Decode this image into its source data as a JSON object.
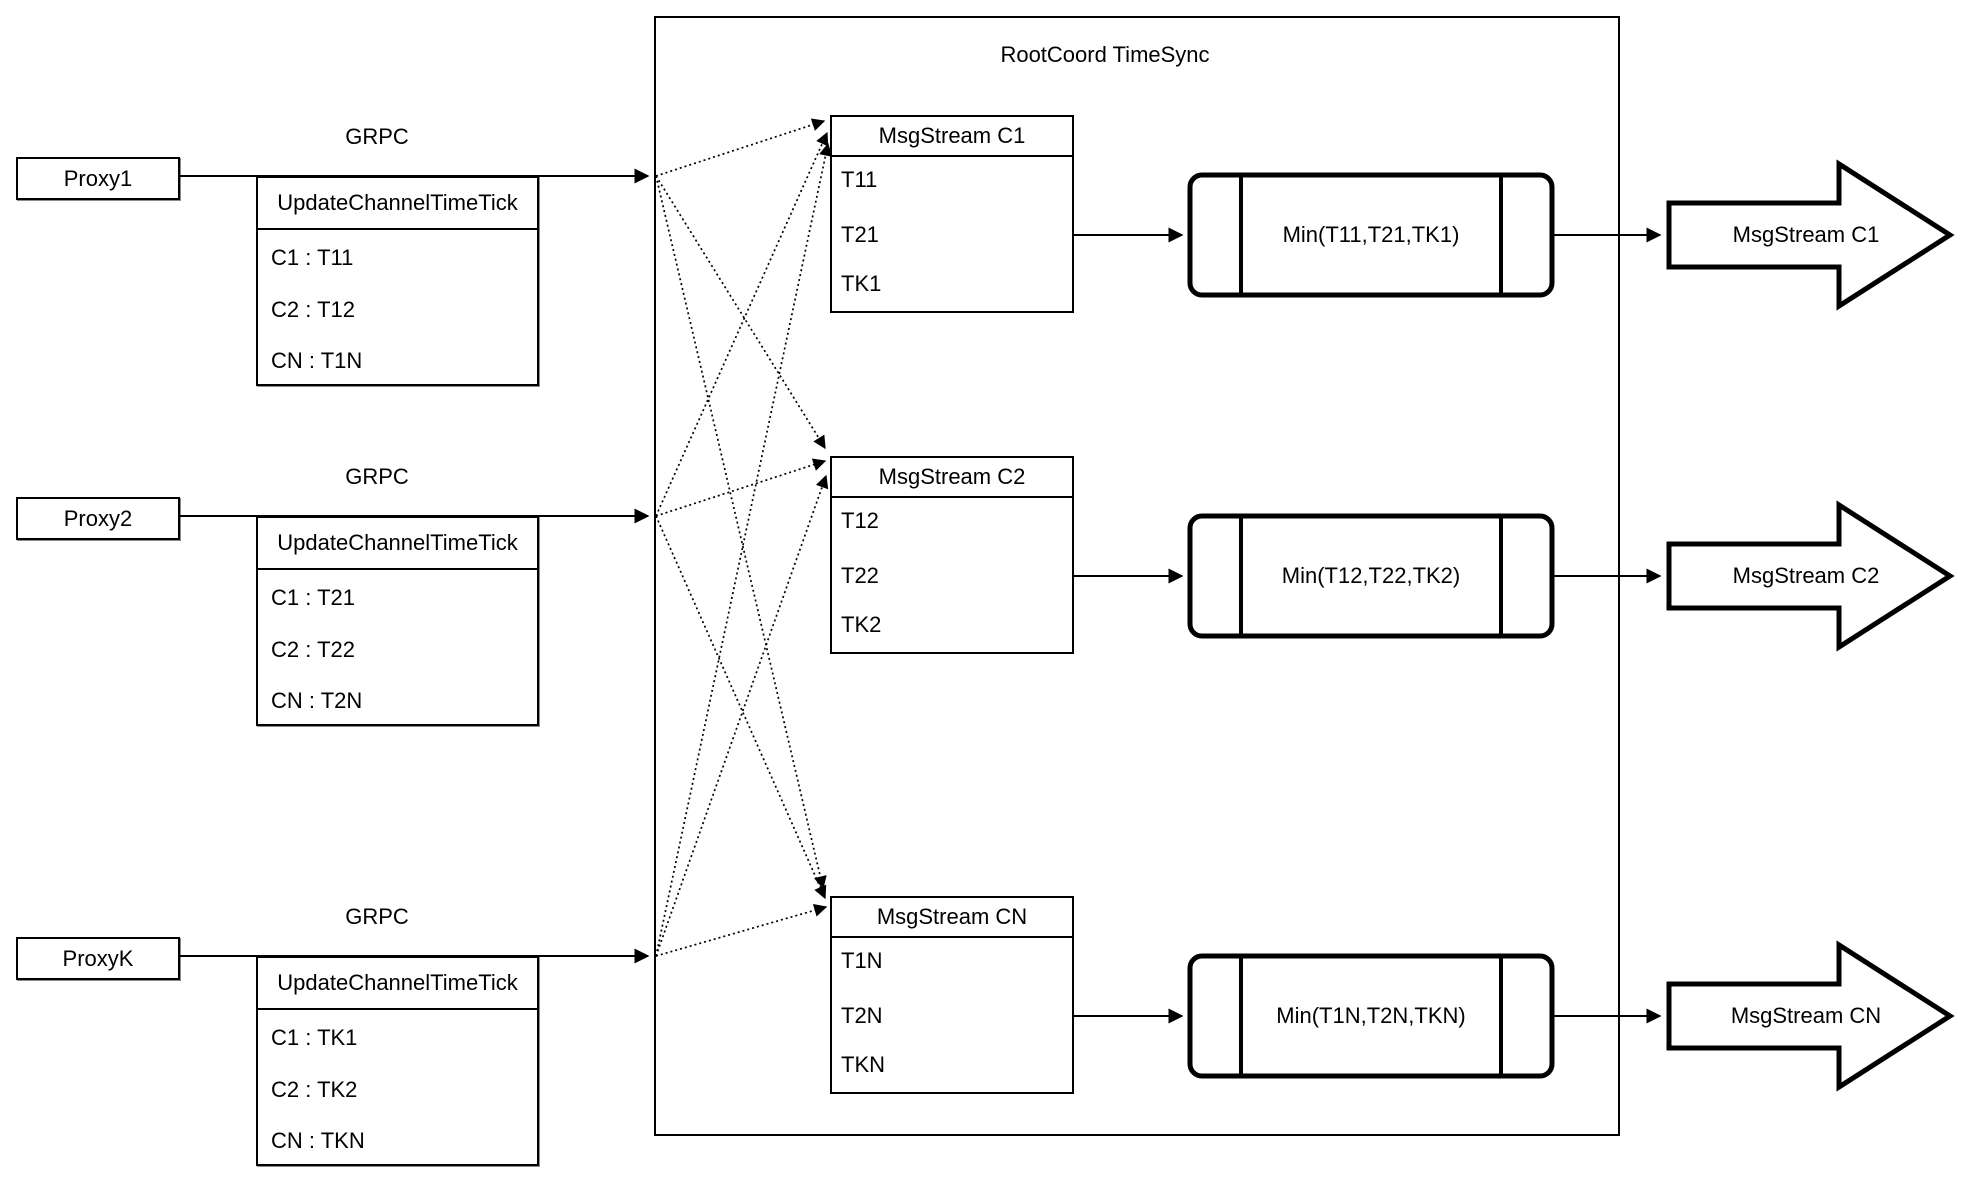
{
  "diagram": {
    "title": "RootCoord TimeSync",
    "grpc_label": "GRPC",
    "colors": {
      "stroke": "#000000",
      "fill": "#ffffff"
    },
    "proxies": [
      {
        "label": "Proxy1",
        "table": {
          "header": "UpdateChannelTimeTick",
          "rows": [
            "C1 : T11",
            "C2 : T12",
            "CN : T1N"
          ]
        }
      },
      {
        "label": "Proxy2",
        "table": {
          "header": "UpdateChannelTimeTick",
          "rows": [
            "C1 : T21",
            "C2 : T22",
            "CN : T2N"
          ]
        }
      },
      {
        "label": "ProxyK",
        "table": {
          "header": "UpdateChannelTimeTick",
          "rows": [
            "C1 : TK1",
            "C2 : TK2",
            "CN : TKN"
          ]
        }
      }
    ],
    "streams": [
      {
        "header": "MsgStream C1",
        "rows": [
          "T11",
          "T21",
          "TK1"
        ],
        "min_label": "Min(T11,T21,TK1)",
        "output_label": "MsgStream C1"
      },
      {
        "header": "MsgStream C2",
        "rows": [
          "T12",
          "T22",
          "TK2"
        ],
        "min_label": "Min(T12,T22,TK2)",
        "output_label": "MsgStream C2"
      },
      {
        "header": "MsgStream CN",
        "rows": [
          "T1N",
          "T2N",
          "TKN"
        ],
        "min_label": "Min(T1N,T2N,TKN)",
        "output_label": "MsgStream CN"
      }
    ]
  }
}
